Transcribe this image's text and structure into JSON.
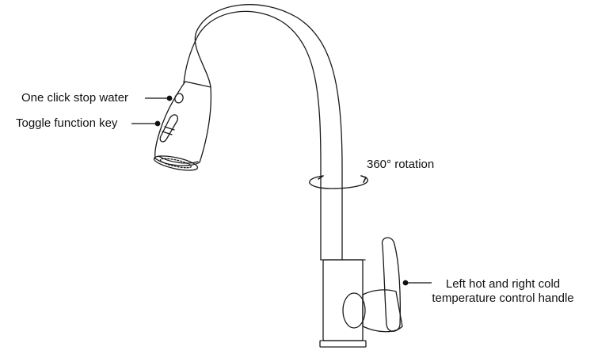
{
  "callouts": {
    "stop_water": "One click stop water",
    "toggle_key": "Toggle function key",
    "rotation": "360° rotation",
    "handle_line1": "Left hot and right cold",
    "handle_line2": "temperature control handle"
  }
}
